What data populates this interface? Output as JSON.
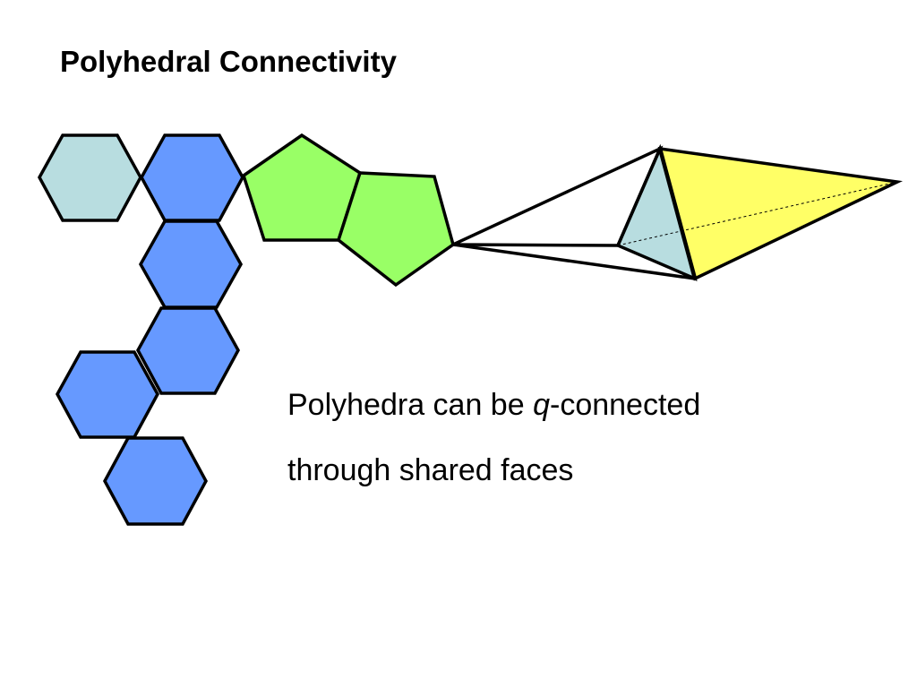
{
  "title": "Polyhedral Connectivity",
  "caption": {
    "line1_before": "Polyhedra can be ",
    "line1_variable": "q",
    "line1_after": "-connected",
    "line2": "through shared faces"
  },
  "colors": {
    "light_hexagon": "#b8dde0",
    "blue_hexagon": "#6699ff",
    "green_pentagon": "#99ff66",
    "yellow_face": "#ffff66",
    "teal_face": "#b8dde0",
    "outline": "#000000"
  }
}
